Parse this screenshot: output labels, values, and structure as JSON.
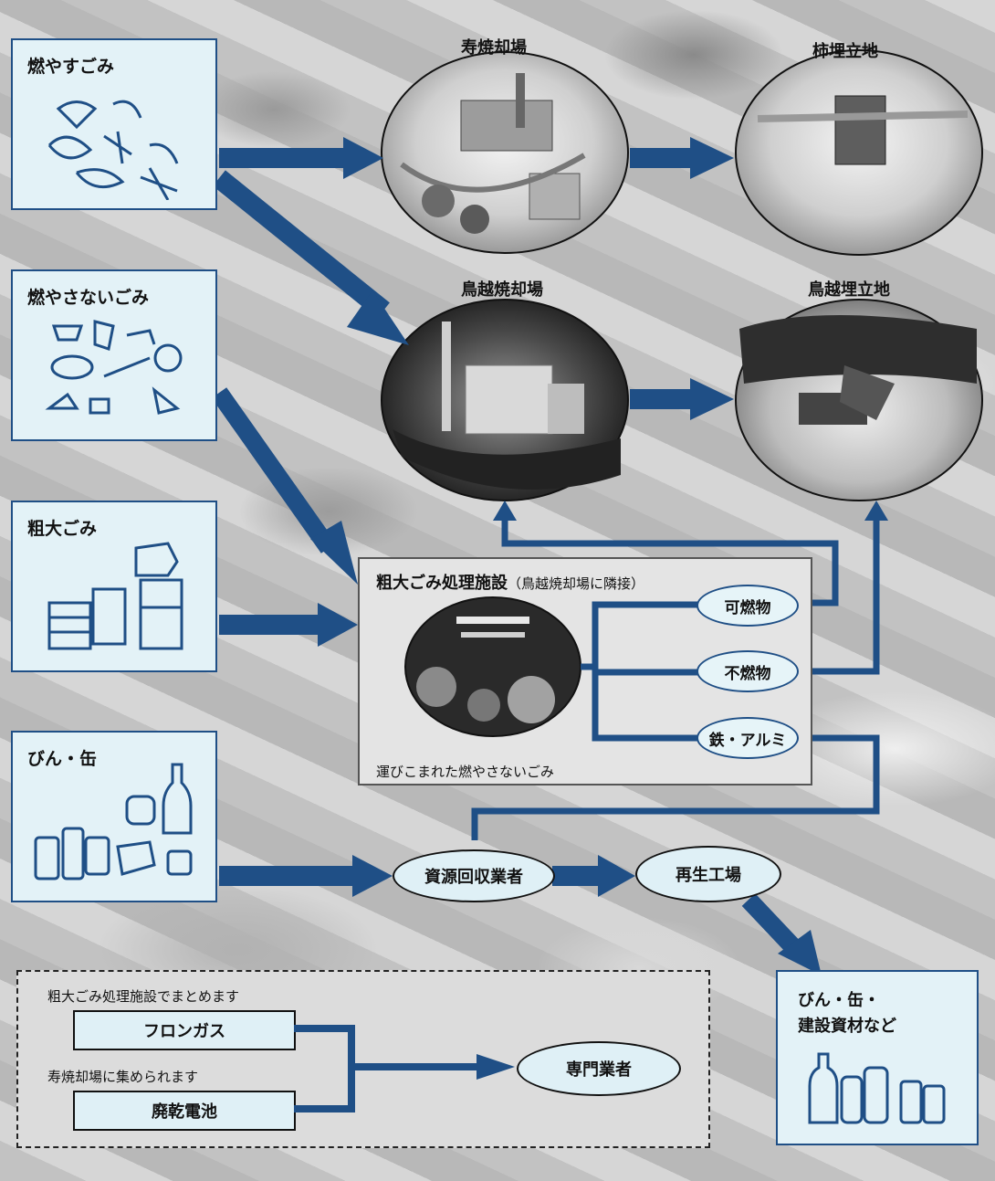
{
  "categories": {
    "burnable": "燃やすごみ",
    "nonburnable": "燃やさないごみ",
    "oversized": "粗大ごみ",
    "bottles_cans": "びん・缶"
  },
  "facilities": {
    "kotobuki_incinerator": "寿焼却場",
    "kaki_landfill": "柿埋立地",
    "torigoe_incinerator": "鳥越焼却場",
    "torigoe_landfill": "鳥越埋立地"
  },
  "oversized_facility": {
    "title": "粗大ごみ処理施設",
    "subtitle": "（鳥越焼却場に隣接）",
    "caption": "運びこまれた燃やさないごみ",
    "outputs": [
      "可燃物",
      "不燃物",
      "鉄・アルミ"
    ]
  },
  "recycling": {
    "collector": "資源回収業者",
    "factory": "再生工場",
    "products_line1": "びん・缶・",
    "products_line2": "建設資材など"
  },
  "special": {
    "note1": "粗大ごみ処理施設でまとめます",
    "item1": "フロンガス",
    "note2": "寿焼却場に集められます",
    "item2": "廃乾電池",
    "destination": "専門業者"
  },
  "colors": {
    "arrow": "#1f4f86",
    "panel": "#e3f2f7"
  }
}
